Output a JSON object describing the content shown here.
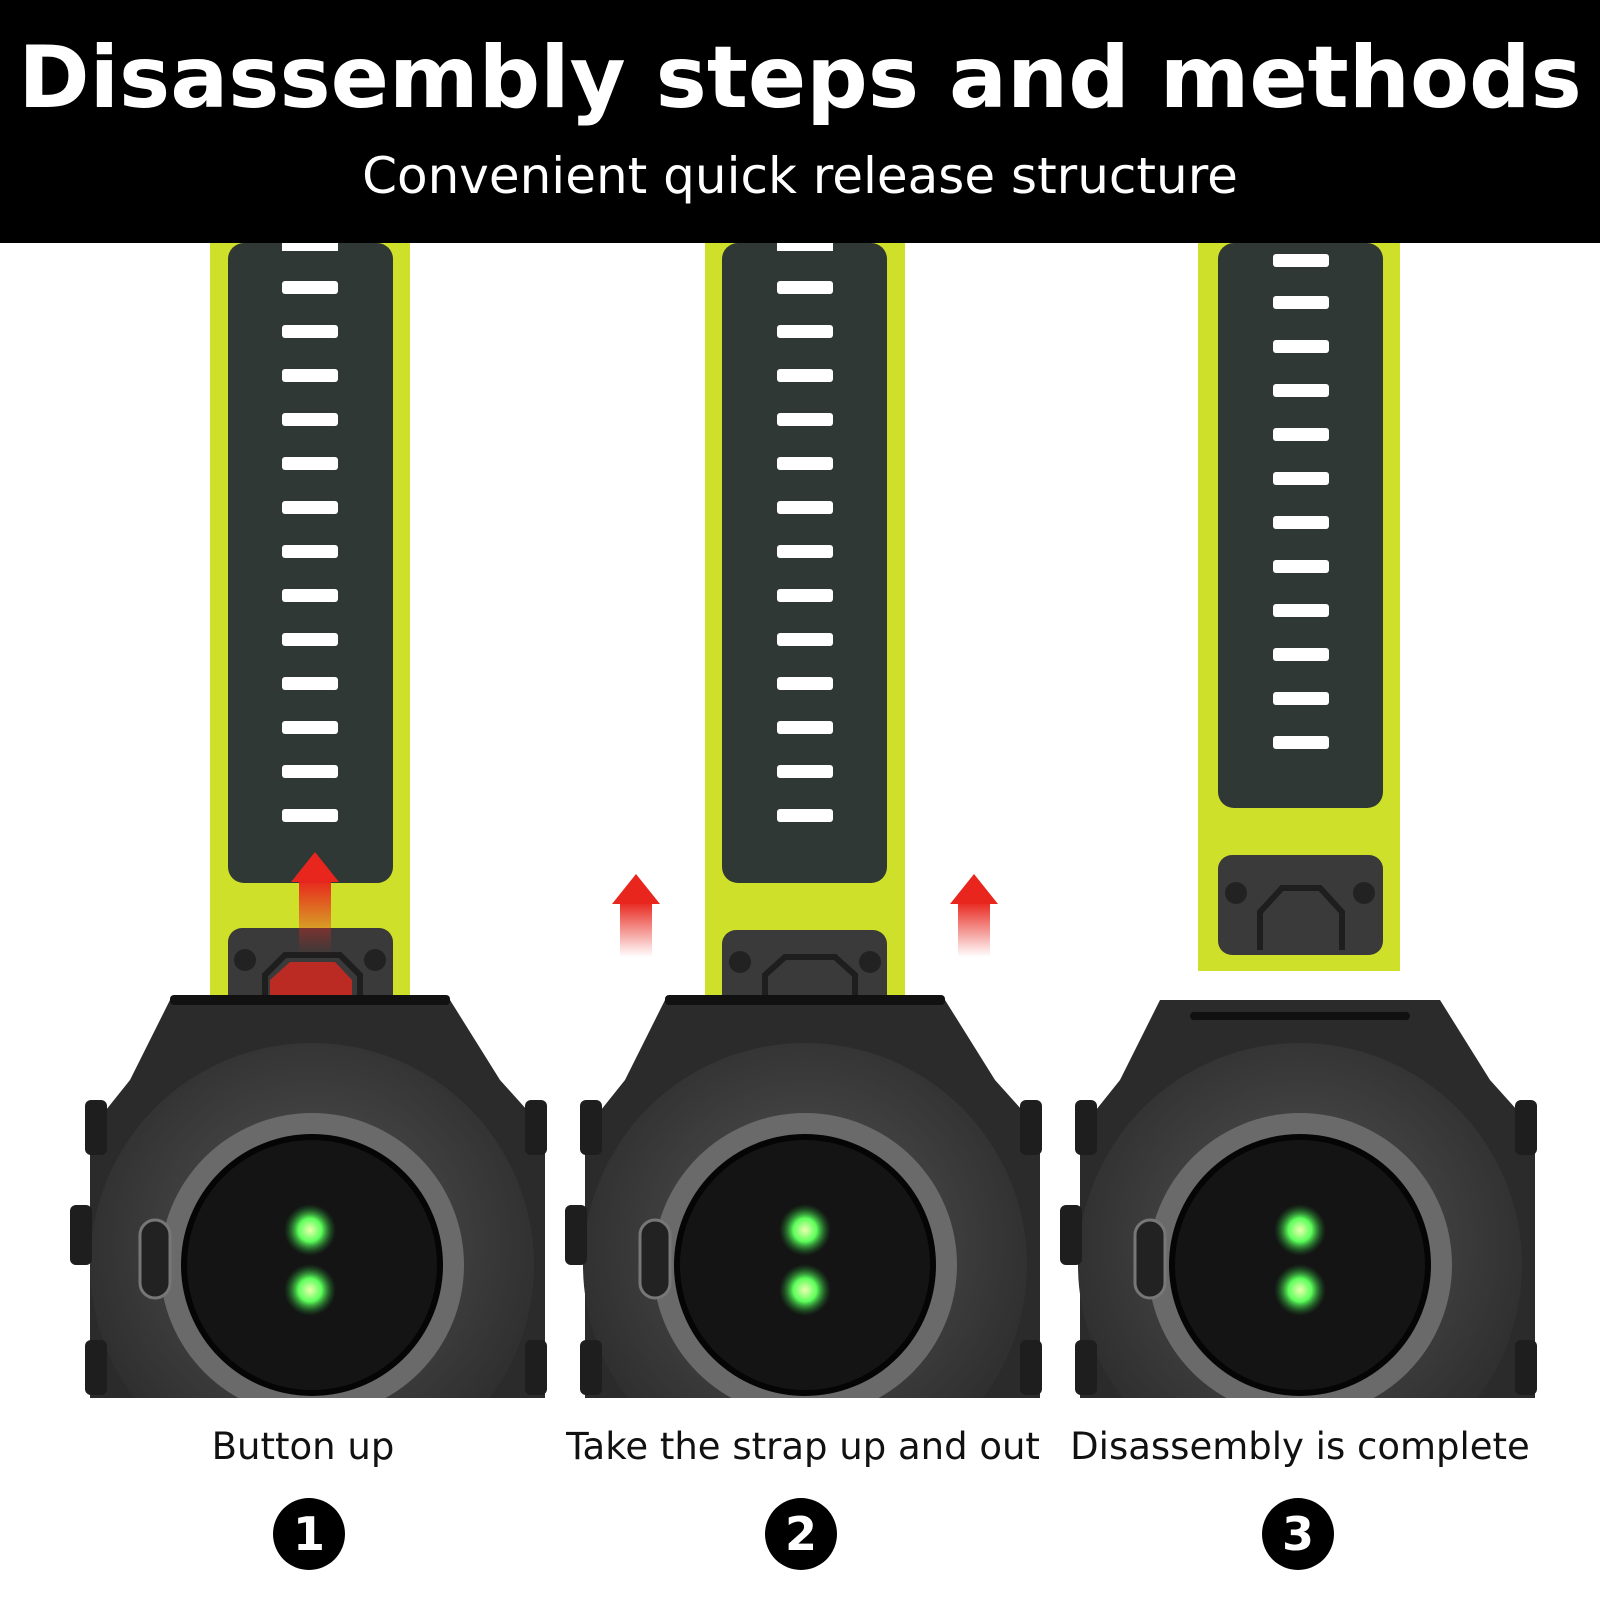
{
  "header": {
    "title": "Disassembly steps and methods",
    "subtitle": "Convenient quick release structure"
  },
  "colors": {
    "header_bg": "#000000",
    "strap_outer": "#cfe02a",
    "strap_inner": "#2f3834",
    "watch_body": "#3c3c3c",
    "arrow": "#e8261d",
    "sensor_led": "#5cff5a"
  },
  "icons": {
    "arrow": "up-arrow-icon",
    "sensor": "heart-rate-sensor-icon",
    "charging_port": "charging-port-icon"
  },
  "steps": [
    {
      "number": "1",
      "label": "Button up"
    },
    {
      "number": "2",
      "label": "Take the strap up and out"
    },
    {
      "number": "3",
      "label": "Disassembly is complete"
    }
  ]
}
